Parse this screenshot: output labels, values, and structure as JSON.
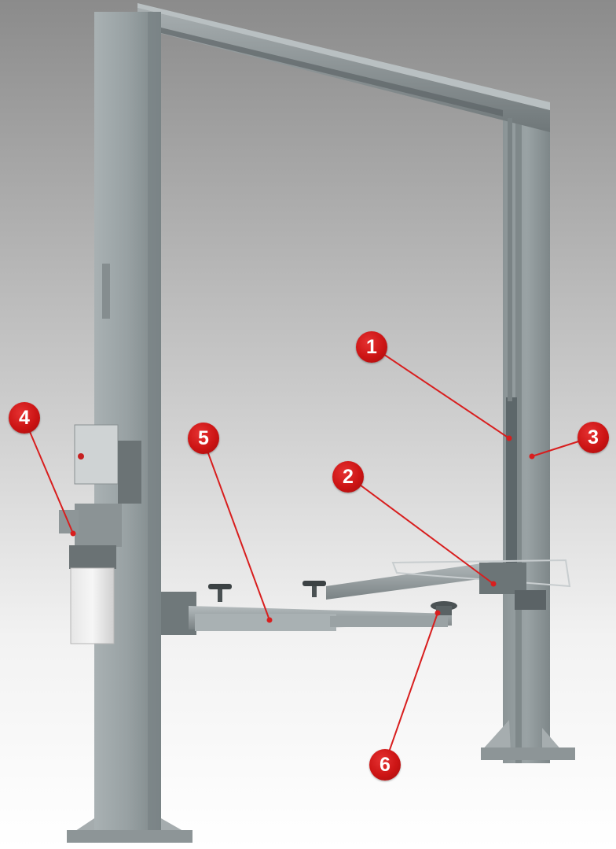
{
  "callouts": [
    {
      "label": "1",
      "meaning": "carriage"
    },
    {
      "label": "2",
      "meaning": "arm-pivot"
    },
    {
      "label": "3",
      "meaning": "column"
    },
    {
      "label": "4",
      "meaning": "power-unit"
    },
    {
      "label": "5",
      "meaning": "lifting-arm"
    },
    {
      "label": "6",
      "meaning": "lifting-pad"
    }
  ],
  "colors": {
    "callout": "#cc1414",
    "leader_line": "#d81e1e",
    "background_top": "#8e8e8e",
    "background_bottom": "#ffffff",
    "steel": "#9aa3a5"
  }
}
